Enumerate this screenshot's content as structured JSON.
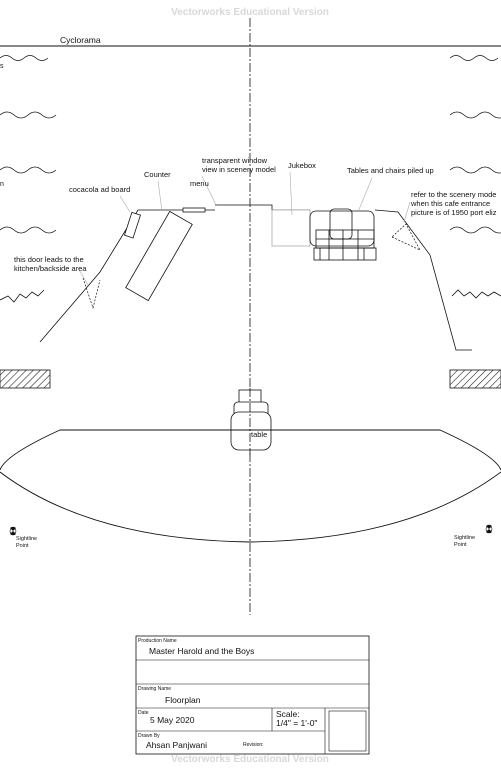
{
  "watermark": "Vectorworks Educational Version",
  "labels": {
    "cyclorama": "Cyclorama",
    "transparent_window": [
      "transparent window",
      "view in scenery model"
    ],
    "jukebox": "Jukebox",
    "tables_chairs": "Tables and chairs piled up",
    "counter": "Counter",
    "menu": "menu",
    "cocacola": "cocacola ad board",
    "refer": [
      "refer to the scenery mode",
      "when this cafe entrance",
      "picture is of 1950 port eliz"
    ],
    "door": [
      "this door  leads to the",
      "kitchen/backside area"
    ],
    "table": "table",
    "sightline_left": [
      "Sightline",
      "Point"
    ],
    "sightline_right": [
      "Sightline",
      "Point"
    ],
    "edge_s": "s",
    "edge_n": "n"
  },
  "title_block": {
    "production_name_label": "Production Name",
    "production_name": "Master Harold and the Boys",
    "drawing_name_label": "Drawing Name",
    "drawing_name": "Floorplan",
    "date_label": "Date",
    "date": "5 May 2020",
    "scale_label": "Scale:",
    "scale": "1/4\" = 1'-0\"",
    "drawn_by_label": "Drawn By",
    "drawn_by": "Ahsan Panjwani",
    "revision_label": "Revision:"
  }
}
